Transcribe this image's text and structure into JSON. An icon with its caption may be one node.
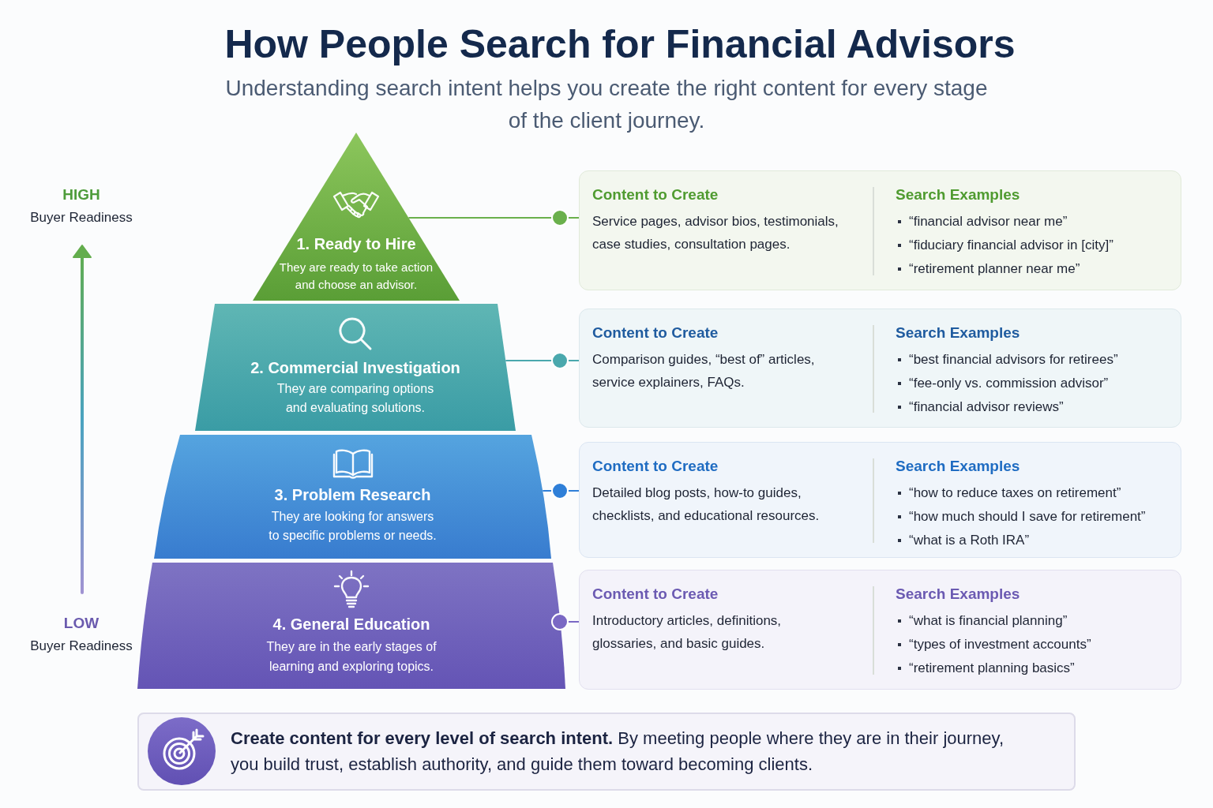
{
  "diagram": {
    "title": "How People Search for Financial Advisors",
    "nodes": [
      {
        "text": [
          "1. Ready to Hire",
          "They are ready to take action and choose an advisor."
        ]
      },
      {
        "text": [
          "2. Commercial Investigation",
          "They are comparing options and evaluating solutions."
        ]
      },
      {
        "text": [
          "3. Problem Research",
          "They are looking for answers to specific problems or needs."
        ]
      },
      {
        "text": [
          "4. General Education",
          "They are in the early stages of learning and exploring topics."
        ]
      },
      {
        "text": [
          "Content to Create",
          "Service pages, advisor bios, testimonials, case studies, consultation pages.",
          "Search Examples",
          "“financial advisor near me”",
          "“fiduciary financial advisor in [city]”",
          "“retirement planner near me”"
        ]
      },
      {
        "text": [
          "Content to Create",
          "Comparison guides, “best of” articles, service explainers, FAQs.",
          "Search Examples",
          "“best financial advisors for retirees”",
          "“fee-only vs. commission advisor”",
          "“financial advisor reviews”"
        ]
      },
      {
        "text": [
          "Content to Create",
          "Detailed blog posts, how-to guides, checklists, and educational resources.",
          "Search Examples",
          "“how to reduce taxes on retirement”",
          "“how much should I save for retirement”",
          "“what is a Roth IRA”"
        ]
      },
      {
        "text": [
          "Content to Create",
          "Introductory articles, definitions, glossaries, and basic guides.",
          "Search Examples",
          "“what is financial planning”",
          "“types of investment accounts”",
          "“retirement planning basics”"
        ]
      },
      {
        "text": [
          "**Create content for every level of search intent.** By meeting people where they are in their journey, you build trust, establish authority, and guide them toward becoming clients."
        ]
      }
    ],
    "edges": [
      {
        "from": 0,
        "to": 4,
        "arrow": "other",
        "color": "#6ab04c"
      },
      {
        "from": 1,
        "to": 5,
        "arrow": "other",
        "color": "#4aa8ad"
      },
      {
        "from": 2,
        "to": 6,
        "arrow": "other",
        "color": "#2f7fd8"
      },
      {
        "from": 3,
        "to": 7,
        "arrow": "other",
        "color": "#7a68c4"
      }
    ],
    "labels": [
      "Understanding search intent helps you create the right content for every stage of the client journey.",
      "HIGH",
      "Buyer Readiness",
      "LOW",
      "Buyer Readiness"
    ]
  }
}
